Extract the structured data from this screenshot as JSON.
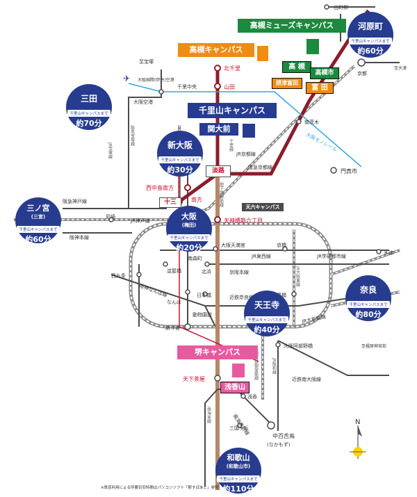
{
  "campuses": {
    "takatsuki_muse": "高槻ミューズキャンパス",
    "takatsuki": "高槻キャンパス",
    "senriyama": "千里山キャンパス",
    "sakai": "堺キャンパス",
    "tenroku": "天六キャンパス"
  },
  "hubs": [
    {
      "key": "kawaramachi",
      "name": "河原町",
      "sub": "千里山キャンパスまで",
      "time": "約60分"
    },
    {
      "key": "sanda",
      "name": "三田",
      "sub": "千里山キャンパスまで",
      "time": "約70分"
    },
    {
      "key": "shinosaka",
      "name": "新大阪",
      "sub": "千里山キャンパスまで",
      "time": "約30分"
    },
    {
      "key": "sannomiya",
      "name": "三ノ宮",
      "name2": "(三宮)",
      "sub": "千里山キャンパスまで",
      "time": "約60分"
    },
    {
      "key": "osaka",
      "name": "大阪",
      "name2": "(梅田)",
      "sub": "千里山キャンパスまで",
      "time": "約20分"
    },
    {
      "key": "nara",
      "name": "奈良",
      "sub": "千里山キャンパスまで",
      "time": "約80分"
    },
    {
      "key": "tennoji",
      "name": "天王寺",
      "sub": "千里山キャンパスまで",
      "time": "約40分"
    },
    {
      "key": "wakayama",
      "name": "和歌山",
      "name2": "(和歌山市)",
      "sub": "千里山キャンパスまで",
      "time": "約110分"
    }
  ],
  "key_stations": {
    "kandaimae": "関大前",
    "awaji": "淡路",
    "juso": "十三",
    "takatsuki": "高 槻",
    "takatsukishi": "高槻市",
    "settsutonda": "摂津富田",
    "tonda": "富 田",
    "asakayama": "浅香山"
  },
  "stations": {
    "demachiyanagi": "出町柳",
    "kyoto": "京都",
    "shisendai": "至大津",
    "kitasenri": "北千里",
    "yamada": "山田",
    "shitakarazuka": "至宝塚",
    "itami_airport": "大阪国際(伊丹)空港",
    "osaka_airport": "大阪空港",
    "senrichuo": "千里中央",
    "minamiibaraki": "南茨木",
    "kadoma": "門真市",
    "nishinakajima": "西中島南方",
    "minamikata": "南方",
    "tenjinbashi": "天神橋筋六丁目",
    "amagasaki": "尼崎",
    "osakatenmangu": "大阪天満宮",
    "kyobashi": "京橋",
    "kizu": "木津",
    "minamimorimachi": "南森町",
    "nishikujo": "西九条",
    "yodoyabashi": "淀屋橋",
    "kitahama": "北浜",
    "tsuruhashi": "鶴橋",
    "nihonbashi": "日本橋",
    "namba": "なんば",
    "dobutsuen": "動物園前",
    "shinimamiya": "新今宮",
    "osakaabeno": "大阪阿部野橋",
    "tengachaya": "天下茶屋",
    "asaka": "浅香",
    "mikunigaoka": "三国ヶ丘",
    "nakamozu": "中百舌鳥",
    "nakamozu_kana": "(なかもず)",
    "shikashiharajingu": "至橿原神宮前",
    "north": "N"
  },
  "lines": {
    "senri": "千里線",
    "hankyu_kyoto": "阪急京都線",
    "jr_kyoto": "JR京都線",
    "hankyu_takarazuka": "阪急宝塚線",
    "jr_takarazuka": "JR宝塚線",
    "hankyu_kobe": "阪急神戸線",
    "jr_kobe": "JR神戸線",
    "hanshin": "阪神本線",
    "sakaisuji": "地下鉄堺筋線",
    "jr_tozai": "JR東西線",
    "keihan": "京阪本線",
    "jr_gakken": "JR学研都市線",
    "jr_osakahigashi": "JR大阪東線",
    "hanshin_namba": "阪神なんば線",
    "kintetsu_nara": "近鉄奈良線",
    "jr_yamatoji": "JR大和路線",
    "midosuji": "地下鉄御堂筋線",
    "jr_hanwa": "JR阪和線",
    "kintetsu_minamiosaka": "近鉄南大阪線",
    "nankai": "南海本線",
    "nankai_koya": "南海高野線",
    "monorail": "大阪モノレール"
  },
  "footnote": "※鉄道利用による所要目安時間はパソコンソフト「駅すぱあと」参照",
  "colors": {
    "navy": "#273c8f",
    "hankyu": "#8c1d2b",
    "nankai": "#b8876a",
    "monorail": "#31a8de",
    "red": "#c8102e",
    "green": "#1b8a3e",
    "orange": "#ef8c14",
    "pink": "#e85aa0",
    "jr": "#7a7a7a"
  }
}
